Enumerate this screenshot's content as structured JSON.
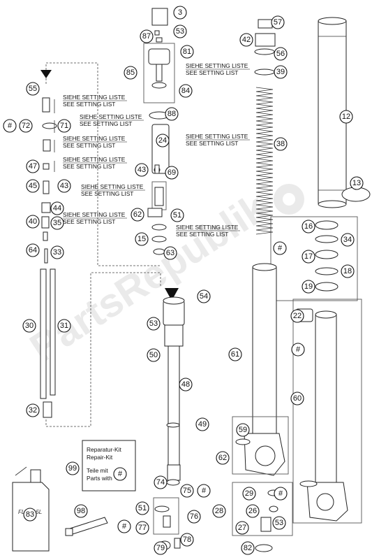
{
  "watermark": "PartsRepublik",
  "notes": {
    "setting_de": "SIEHE SETTING LISTE",
    "setting_en": "SEE SETTING LIST"
  },
  "repair_kit": {
    "line1": "Reparatur-Kit",
    "line2": "Repair-Kit",
    "line3": "Teile mit",
    "line4": "Parts with"
  },
  "fluid_label": "FLUID 5L",
  "callouts": [
    "3",
    "87",
    "53",
    "81",
    "85",
    "84",
    "57",
    "42",
    "56",
    "39",
    "12",
    "55",
    "72",
    "71",
    "88",
    "24",
    "38",
    "47",
    "43",
    "69",
    "45",
    "43",
    "13",
    "44",
    "62",
    "51",
    "40",
    "35",
    "64",
    "15",
    "16",
    "34",
    "33",
    "63",
    "17",
    "18",
    "19",
    "54",
    "30",
    "31",
    "53",
    "50",
    "61",
    "22",
    "48",
    "60",
    "32",
    "49",
    "59",
    "99",
    "62",
    "83",
    "74",
    "75",
    "98",
    "28",
    "29",
    "26",
    "51",
    "76",
    "77",
    "27",
    "53",
    "79",
    "78",
    "82"
  ],
  "hash_symbol": "#"
}
